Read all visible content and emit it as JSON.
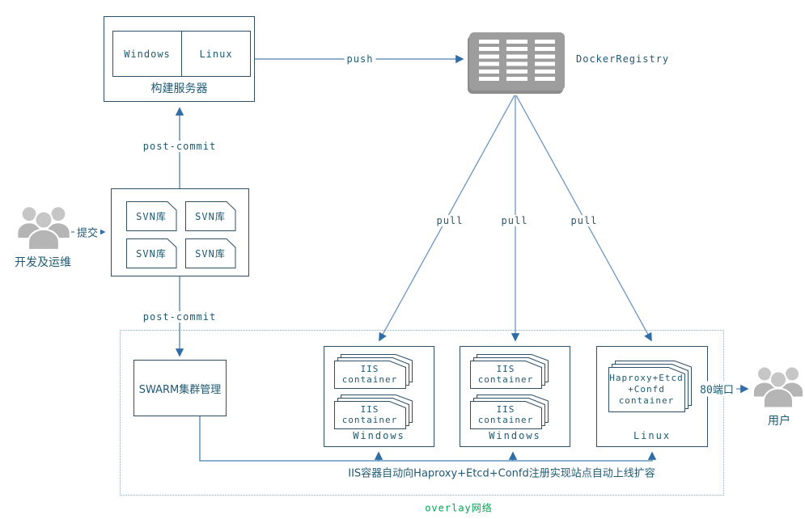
{
  "colors": {
    "box_border": "#2e4f66",
    "text": "#1e5a73",
    "connector_blue": "#4b80b2",
    "arrowhead_blue": "#2f6da8",
    "overlay_green": "#00a651",
    "registry_grey": "#9d9d9d",
    "people_grey": "#b9b9b9",
    "dotted_border": "#93a4b2"
  },
  "build_server": {
    "label": "构建服务器",
    "windows": "Windows",
    "linux": "Linux"
  },
  "registry": {
    "label": "DockerRegistry"
  },
  "dev_group": {
    "label": "开发及运维"
  },
  "svn": {
    "repos": [
      "SVN库",
      "SVN库",
      "SVN库",
      "SVN库"
    ]
  },
  "edges": {
    "push": "push",
    "submit": "提交",
    "post_commit_top": "post-commit",
    "post_commit_bottom": "post-commit",
    "pulls": [
      "pull",
      "pull",
      "pull"
    ],
    "port": "80端口"
  },
  "swarm": {
    "label": "SWARM集群管理"
  },
  "iis_card": {
    "line1": "IIS",
    "line2": "container"
  },
  "haproxy_card": {
    "line1": "Haproxy+Etcd",
    "line2": "+Confd",
    "line3": "container"
  },
  "nodes": {
    "node1_os": "Windows",
    "node2_os": "Windows",
    "node3_os": "Linux"
  },
  "users": {
    "label": "用户"
  },
  "overlay": {
    "annotation": "IIS容器自动向Haproxy+Etcd+Confd注册实现站点自动上线扩容",
    "label": "overlay网络"
  }
}
